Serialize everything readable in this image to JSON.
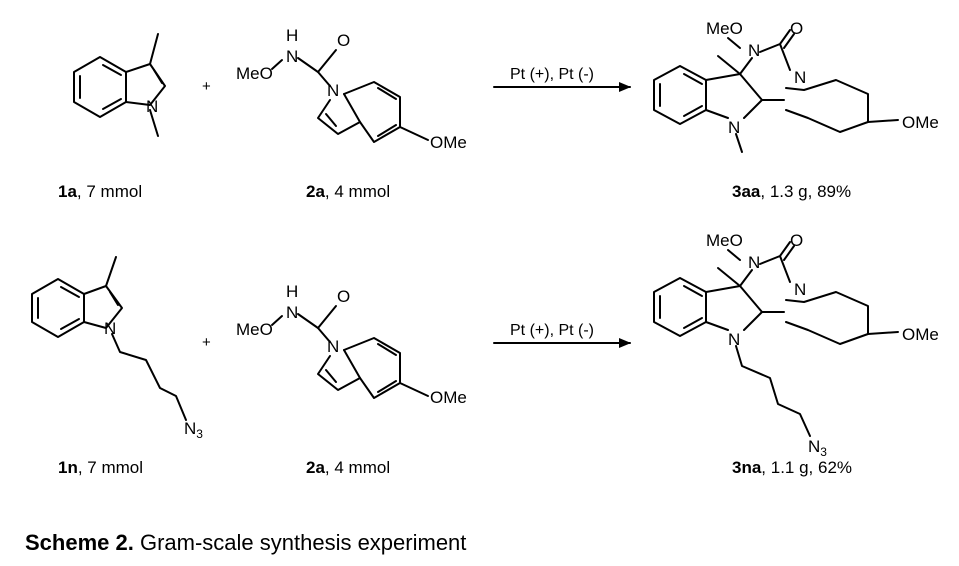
{
  "row1": {
    "reactant1": {
      "id": "1a",
      "amount": ", 7 mmol",
      "atoms": {
        "N": "N"
      }
    },
    "plus": "+",
    "reactant2": {
      "id": "2a",
      "amount": ", 4 mmol",
      "atoms": {
        "H": "H",
        "N": "N",
        "O": "O",
        "N_ring": "N",
        "MeO": "MeO",
        "OMe": "OMe"
      }
    },
    "conditions": "Pt (+), Pt (-)",
    "product": {
      "id": "3aa",
      "amount": ", 1.3 g, 89%",
      "atoms": {
        "MeO": "MeO",
        "N_top": "N",
        "O": "O",
        "N_right": "N",
        "N_indoline": "N",
        "OMe": "OMe"
      }
    }
  },
  "row2": {
    "reactant1": {
      "id": "1n",
      "amount": ", 7 mmol",
      "atoms": {
        "N": "N",
        "N3": "N",
        "N3_sub": "3"
      }
    },
    "plus": "+",
    "reactant2": {
      "id": "2a",
      "amount": ", 4 mmol",
      "atoms": {
        "H": "H",
        "N": "N",
        "O": "O",
        "N_ring": "N",
        "MeO": "MeO",
        "OMe": "OMe"
      }
    },
    "conditions": "Pt (+), Pt (-)",
    "product": {
      "id": "3na",
      "amount": ", 1.1 g, 62%",
      "atoms": {
        "MeO": "MeO",
        "N_top": "N",
        "O": "O",
        "N_right": "N",
        "N_indoline": "N",
        "OMe": "OMe",
        "N3": "N",
        "N3_sub": "3"
      }
    }
  },
  "caption": {
    "label": "Scheme 2.",
    "text": " Gram-scale synthesis experiment"
  }
}
